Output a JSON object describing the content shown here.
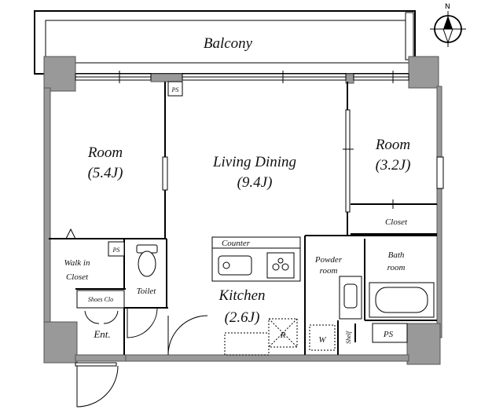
{
  "compass": {
    "north_label": "N"
  },
  "rooms": {
    "balcony": "Balcony",
    "room_left": {
      "name": "Room",
      "size": "(5.4J)"
    },
    "living_dining": {
      "name": "Living Dining",
      "size": "(9.4J)"
    },
    "room_right": {
      "name": "Room",
      "size": "(3.2J)"
    },
    "closet": "Closet",
    "counter": "Counter",
    "powder_room": {
      "line1": "Powder",
      "line2": "room"
    },
    "bath_room": {
      "line1": "Bath",
      "line2": "room"
    },
    "walk_in_closet": {
      "line1": "Walk in",
      "line2": "Closet"
    },
    "toilet": "Toilet",
    "shoes_closet": "Shoes Clo",
    "kitchen": {
      "name": "Kitchen",
      "size": "(2.6J)"
    },
    "entrance": "Ent.",
    "shelf": "Shelf"
  },
  "fixtures": {
    "ps": "PS",
    "refrigerator": "R",
    "washer": "W"
  }
}
